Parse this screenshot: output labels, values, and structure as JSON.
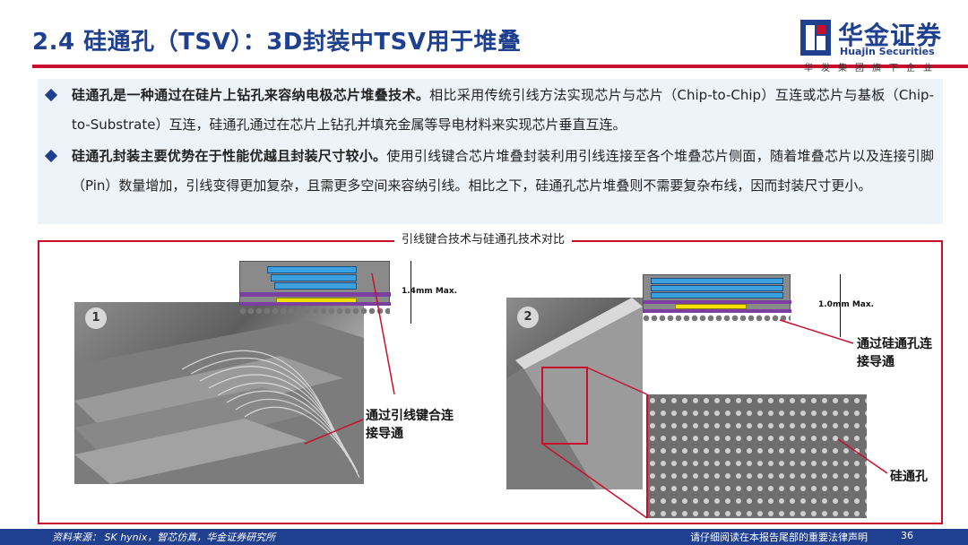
{
  "header": {
    "title": "2.4 硅通孔（TSV）：3D封装中TSV用于堆叠",
    "logo_cn": "华金证券",
    "logo_en": "Huajin Securities",
    "logo_tag": "华发集团旗下企业"
  },
  "summary": {
    "bullets": [
      {
        "bold": "硅通孔是一种通过在硅片上钻孔来容纳电极芯片堆叠技术。",
        "text": "相比采用传统引线方法实现芯片与芯片（Chip-to-Chip）互连或芯片与基板（Chip-to-Substrate）互连，硅通孔通过在芯片上钻孔并填充金属等导电材料来实现芯片垂直互连。"
      },
      {
        "bold": "硅通孔封装主要优势在于性能优越且封装尺寸较小。",
        "text": "使用引线键合芯片堆叠封装利用引线连接至各个堆叠芯片侧面，随着堆叠芯片以及连接引脚（Pin）数量增加，引线变得更加复杂，且需更多空间来容纳引线。相比之下，硅通孔芯片堆叠则不需要复杂布线，因而封装尺寸更小。"
      }
    ]
  },
  "figure": {
    "title": "引线键合技术与硅通孔技术对比",
    "left": {
      "number": "1",
      "dimension": "1.4mm Max.",
      "callout": "通过引线键合连接导通"
    },
    "right": {
      "number": "2",
      "dimension": "1.0mm Max.",
      "callout1": "通过硅通孔连接导通",
      "callout2": "硅通孔"
    }
  },
  "footer": {
    "source": "资料来源： SK hynix，智芯仿真，华金证券研究所",
    "disclaimer": "请仔细阅读在本报告尾部的重要法律声明",
    "page": "36"
  },
  "colors": {
    "brand_blue": "#1f3f8f",
    "accent_red": "#c8102e",
    "chip_blue": "#3aa0e0",
    "substrate_purple": "#7a3fa0",
    "die_yellow": "#f5e000"
  }
}
